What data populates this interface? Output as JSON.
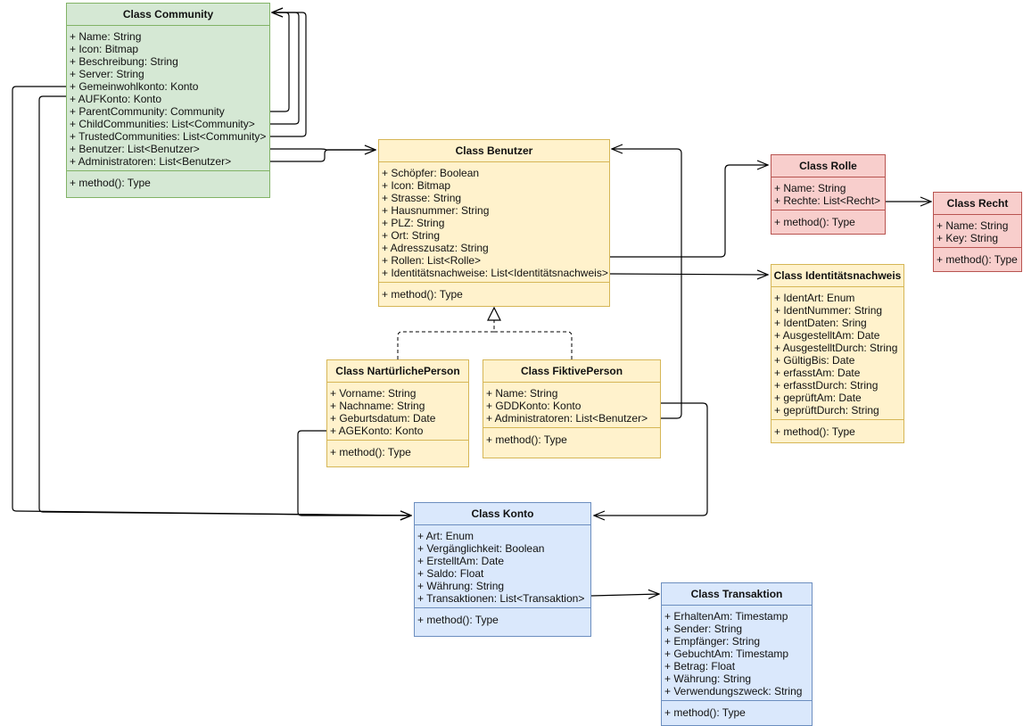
{
  "classes": {
    "community": {
      "title": "Class Community",
      "attributes": [
        "+ Name: String",
        "+ Icon: Bitmap",
        "+ Beschreibung: String",
        "+ Server: String",
        "+ Gemeinwohlkonto: Konto",
        "+ AUFKonto: Konto",
        "+ ParentCommunity: Community",
        "+ ChildCommunities: List<Community>",
        "+ TrustedCommunities: List<Community>",
        "+ Benutzer: List<Benutzer>",
        "+ Administratoren: List<Benutzer>"
      ],
      "methods": [
        "+ method(): Type"
      ],
      "color": "#d5e8d4"
    },
    "benutzer": {
      "title": "Class Benutzer",
      "attributes": [
        "+ Schöpfer: Boolean",
        "+ Icon: Bitmap",
        "+ Strasse: String",
        "+ Hausnummer: String",
        "+ PLZ: String",
        "+ Ort: String",
        "+ Adresszusatz: String",
        "+ Rollen: List<Rolle>",
        "+ Identitätsnachweise: List<Identitätsnachweis>"
      ],
      "methods": [
        "+ method(): Type"
      ],
      "color": "#fff2cc"
    },
    "rolle": {
      "title": "Class Rolle",
      "attributes": [
        "+ Name: String",
        "+ Rechte: List<Recht>"
      ],
      "methods": [
        "+ method(): Type"
      ],
      "color": "#f8cecc"
    },
    "recht": {
      "title": "Class Recht",
      "attributes": [
        "+ Name: String",
        "+ Key: String"
      ],
      "methods": [
        "+ method(): Type"
      ],
      "color": "#f8cecc"
    },
    "identitaetsnachweis": {
      "title": "Class Identitätsnachweis",
      "attributes": [
        "+ IdentArt: Enum",
        "+ IdentNummer: String",
        "+ IdentDaten: Sring",
        "+ AusgestelltAm: Date",
        "+ AusgestelltDurch: String",
        "+ GültigBis: Date",
        "+ erfasstAm: Date",
        "+ erfasstDurch: String",
        "+ geprüftAm: Date",
        "+ geprüftDurch: String"
      ],
      "methods": [
        "+ method(): Type"
      ],
      "color": "#fff2cc"
    },
    "natuerlich": {
      "title": "Class NartürlichePerson",
      "attributes": [
        "+ Vorname: String",
        "+ Nachname: String",
        "+ Geburtsdatum: Date",
        "+ AGEKonto: Konto"
      ],
      "methods": [
        "+ method(): Type"
      ],
      "color": "#fff2cc"
    },
    "fiktiv": {
      "title": "Class FiktivePerson",
      "attributes": [
        "+ Name: String",
        "+ GDDKonto: Konto",
        "+ Administratoren: List<Benutzer>"
      ],
      "methods": [
        "+ method(): Type"
      ],
      "color": "#fff2cc"
    },
    "konto": {
      "title": "Class Konto",
      "attributes": [
        "+ Art: Enum",
        "+ Vergänglichkeit: Boolean",
        "+ ErstelltAm: Date",
        "+ Saldo: Float",
        "+ Währung: String",
        "+ Transaktionen: List<Transaktion>"
      ],
      "methods": [
        "+ method(): Type"
      ],
      "color": "#dae8fc"
    },
    "transaktion": {
      "title": "Class Transaktion",
      "attributes": [
        "+ ErhaltenAm: Timestamp",
        "+ Sender: String",
        "+ Empfänger: String",
        "+ GebuchtAm: Timestamp",
        "+ Betrag: Float",
        "+ Währung: String",
        "+ Verwendungszweck: String"
      ],
      "methods": [
        "+ method(): Type"
      ],
      "color": "#dae8fc"
    }
  },
  "edge_color": "#000000"
}
